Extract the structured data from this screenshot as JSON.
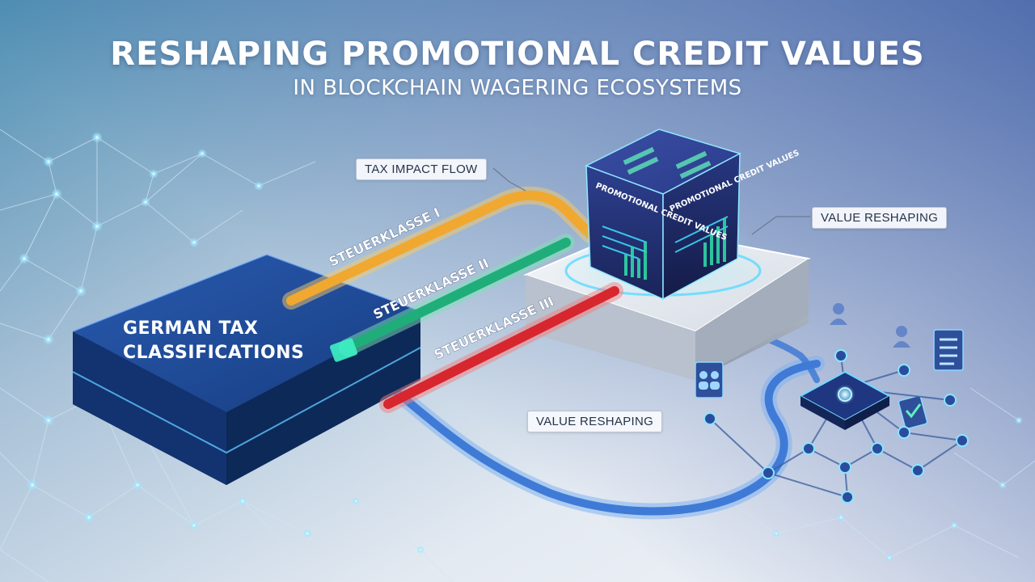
{
  "header": {
    "title": "RESHAPING PROMOTIONAL CREDIT VALUES",
    "subtitle": "IN BLOCKCHAIN WAGERING ECOSYSTEMS"
  },
  "platform": {
    "label": "GERMAN TAX CLASSIFICATIONS"
  },
  "flows": [
    {
      "label": "STEUERKLASSE I",
      "color": "#f0a830"
    },
    {
      "label": "STEUERKLASSE II",
      "color": "#1fae7a"
    },
    {
      "label": "STEUERKLASSE III",
      "color": "#d8262e"
    }
  ],
  "cube": {
    "face_text": "PROMOTIONAL CREDIT VALUES"
  },
  "callouts": {
    "tax_impact_flow": "TAX IMPACT FLOW",
    "value_reshaping_top": "VALUE RESHAPING",
    "value_reshaping_bottom": "VALUE RESHAPING"
  },
  "colors": {
    "background_top": "#5b7db0",
    "background_bottom": "#eef2f7",
    "platform_blue": "#1d4a93",
    "stream_blue": "#3f7ad6",
    "node_glow": "#48e0ff"
  }
}
